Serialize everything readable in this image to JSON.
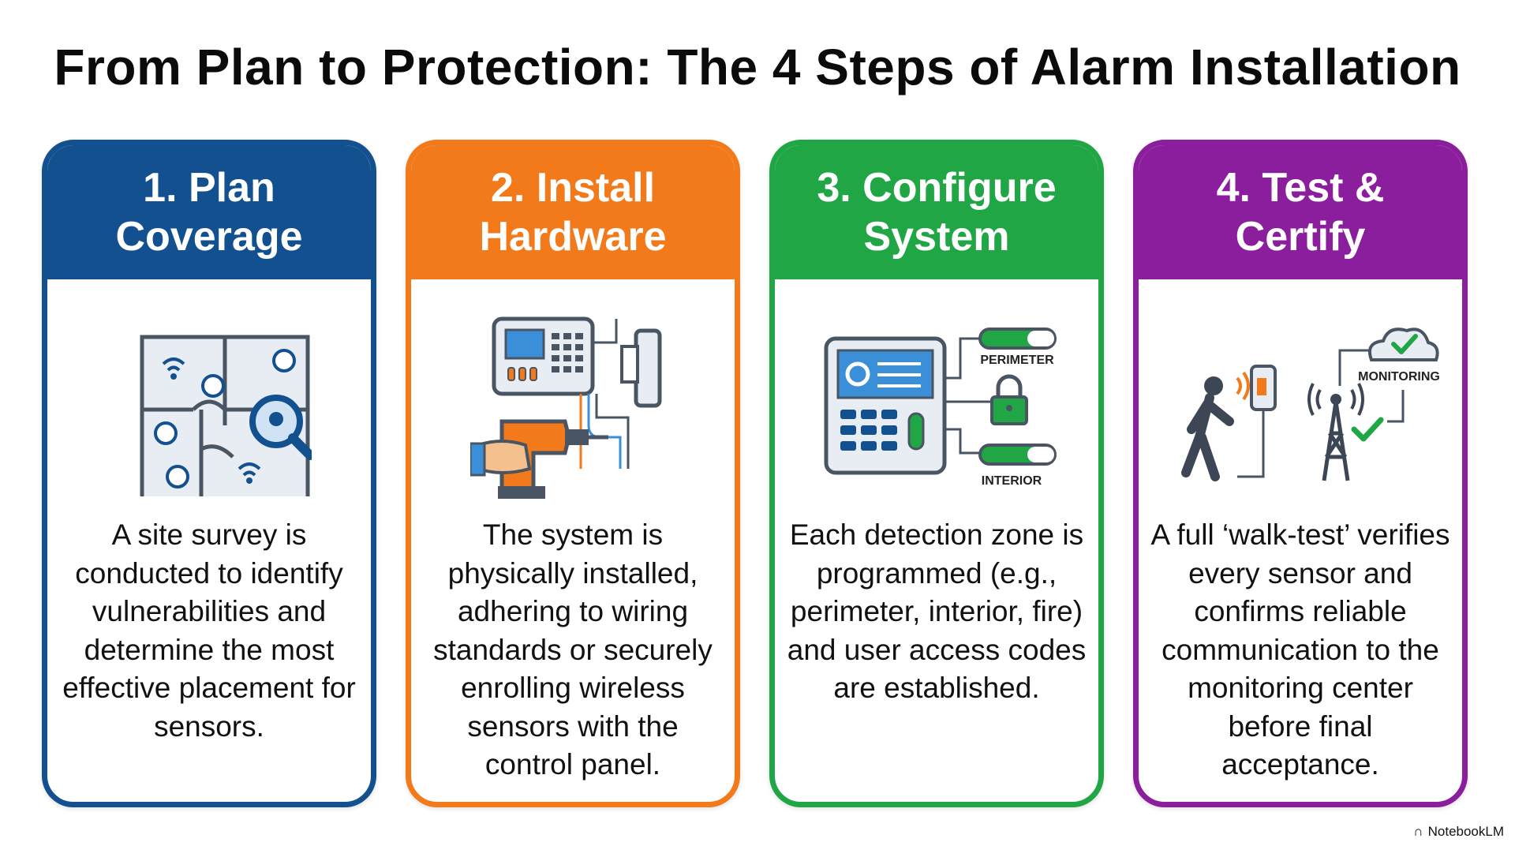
{
  "title": "From Plan to Protection: The 4 Steps of Alarm Installation",
  "colors": {
    "plan": "#12508f",
    "install": "#f27a1a",
    "configure": "#21a646",
    "test": "#8a1e9c"
  },
  "steps": [
    {
      "title_line1": "1. Plan",
      "title_line2": "Coverage",
      "icon": "floor-plan-magnifier-icon",
      "description": "A site survey is conducted to identify vulnerabilities and determine the most effective placement for sensors."
    },
    {
      "title_line1": "2. Install",
      "title_line2": "Hardware",
      "icon": "control-panel-drill-icon",
      "description": "The system is physically installed, adhering to wiring standards or securely enrolling wireless sensors with the control panel."
    },
    {
      "title_line1": "3. Configure",
      "title_line2": "System",
      "icon": "keypad-zones-icon",
      "labels": {
        "perimeter": "PERIMETER",
        "interior": "INTERIOR"
      },
      "description": "Each detection zone is programmed (e.g., perimeter, interior, fire) and user access codes are established."
    },
    {
      "title_line1": "4. Test &",
      "title_line2": "Certify",
      "icon": "walk-test-tower-icon",
      "labels": {
        "monitoring": "MONITORING"
      },
      "description": "A full ‘walk-test’ verifies every sensor and confirms reliable communication to the monitoring center before final acceptance."
    }
  ],
  "brand": "NotebookLM"
}
